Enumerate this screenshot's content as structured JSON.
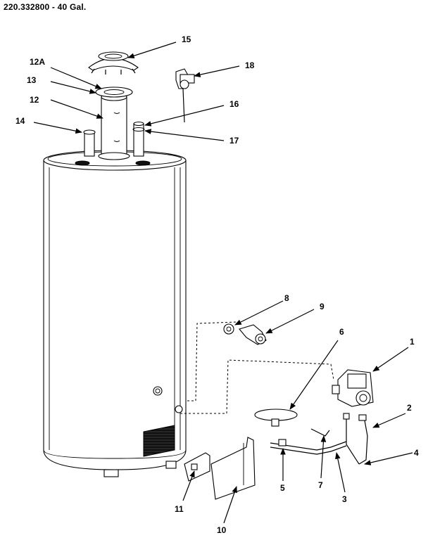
{
  "header": {
    "model_text": "220.332800 - 40 Gal."
  },
  "callouts": [
    {
      "id": "15",
      "text": "15"
    },
    {
      "id": "18",
      "text": "18"
    },
    {
      "id": "12A",
      "text": "12A"
    },
    {
      "id": "13",
      "text": "13"
    },
    {
      "id": "12",
      "text": "12"
    },
    {
      "id": "16",
      "text": "16"
    },
    {
      "id": "14",
      "text": "14"
    },
    {
      "id": "17",
      "text": "17"
    },
    {
      "id": "8",
      "text": "8"
    },
    {
      "id": "9",
      "text": "9"
    },
    {
      "id": "6",
      "text": "6"
    },
    {
      "id": "1",
      "text": "1"
    },
    {
      "id": "2",
      "text": "2"
    },
    {
      "id": "4",
      "text": "4"
    },
    {
      "id": "5",
      "text": "5"
    },
    {
      "id": "7",
      "text": "7"
    },
    {
      "id": "3",
      "text": "3"
    },
    {
      "id": "11",
      "text": "11"
    },
    {
      "id": "10",
      "text": "10"
    }
  ]
}
